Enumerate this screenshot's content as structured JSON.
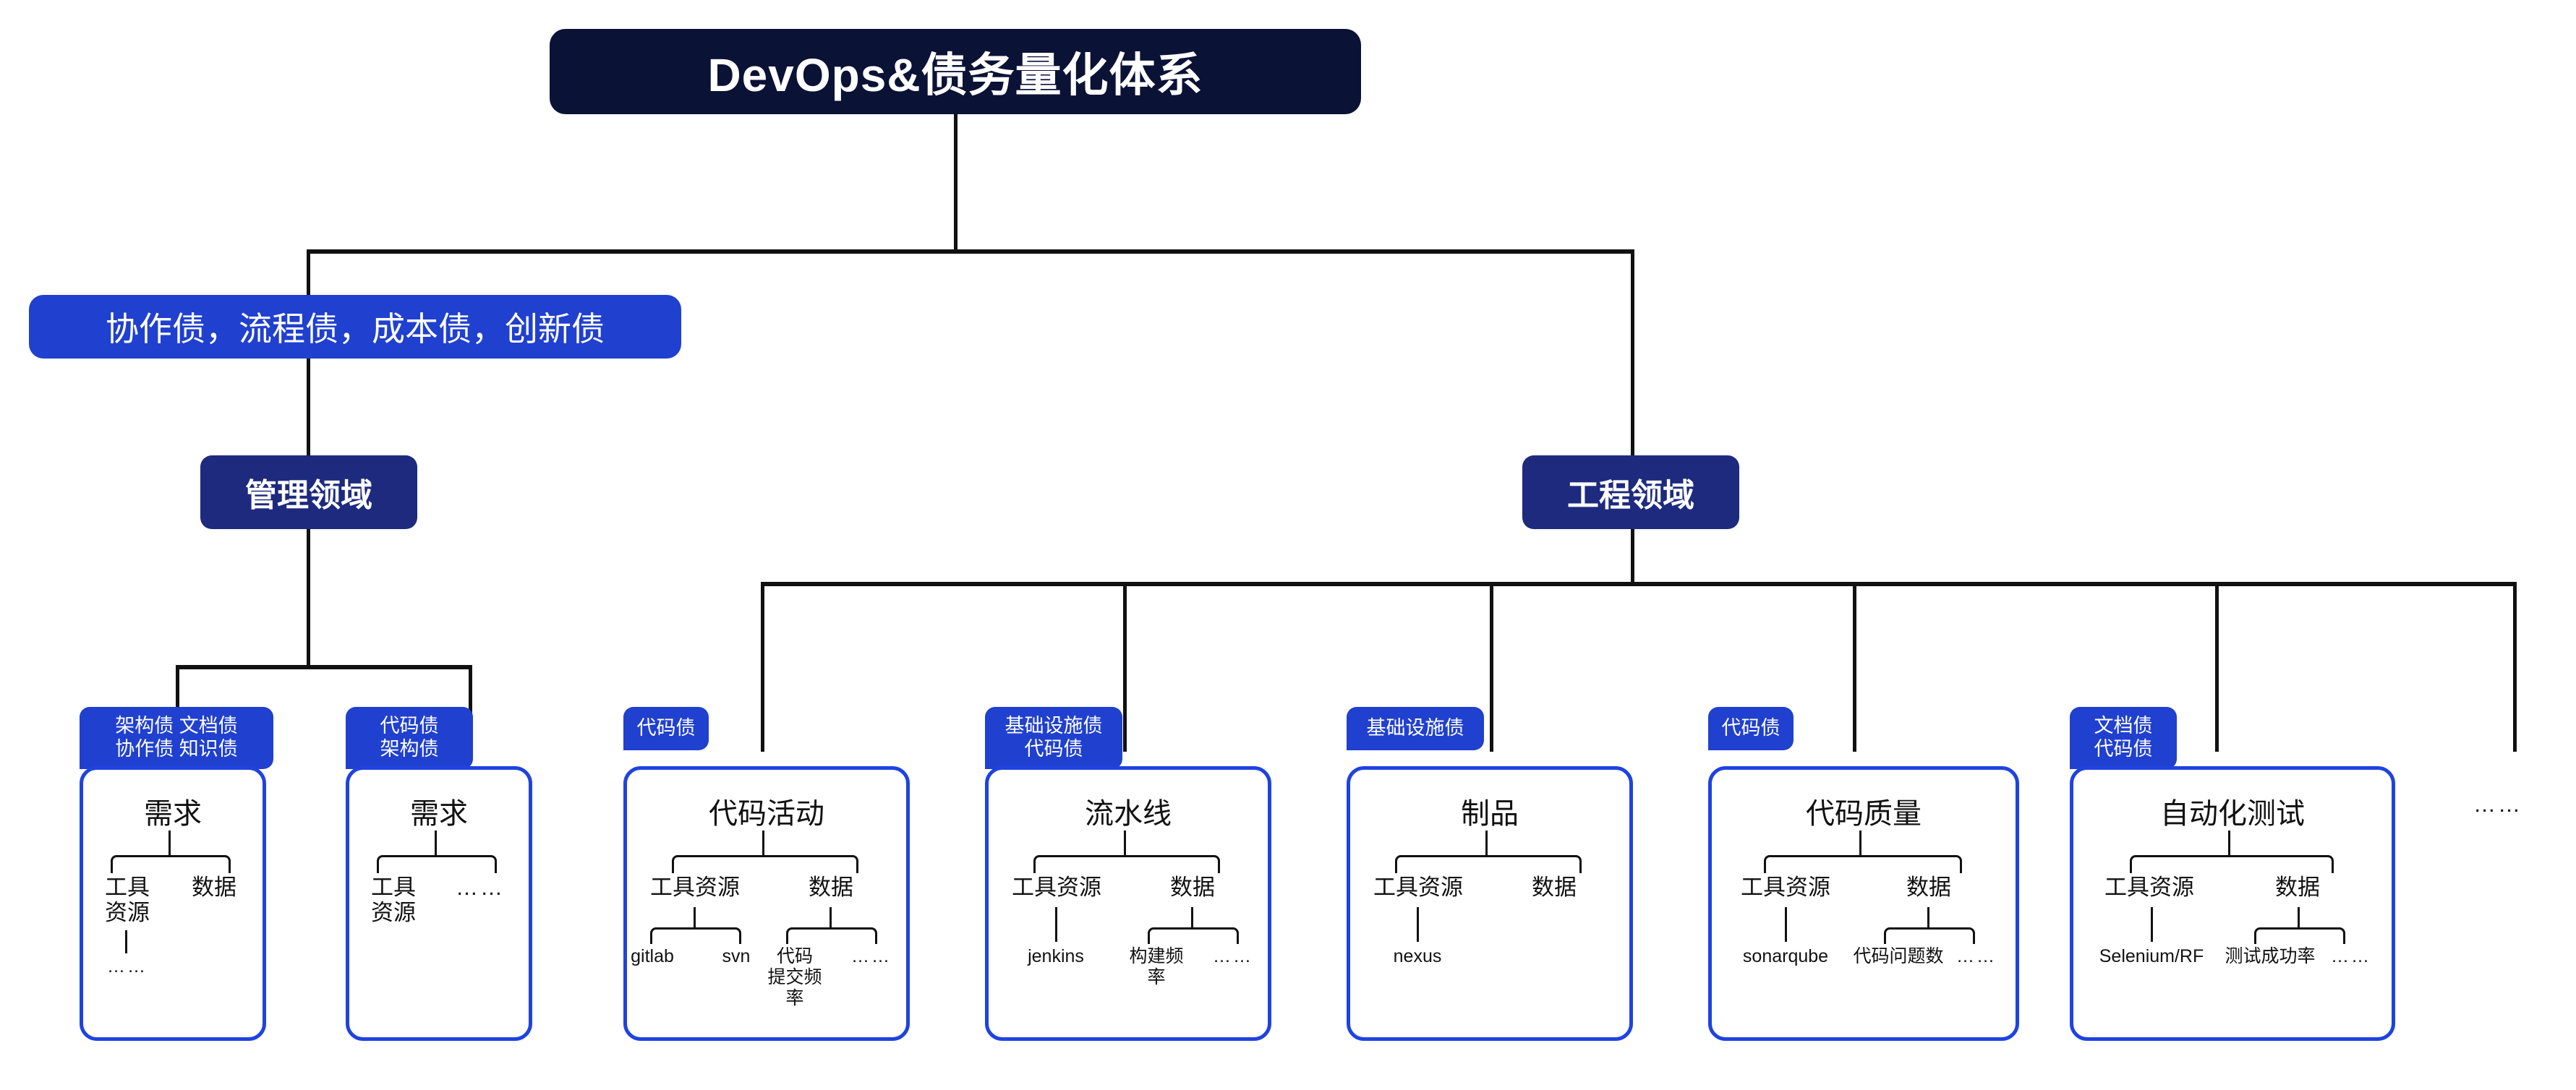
{
  "title": {
    "text": "DevOps&债务量化体系"
  },
  "debt_label": {
    "text": "协作债，流程债，成本债，创新债"
  },
  "domains": [
    {
      "name": "management",
      "label": "管理领域"
    },
    {
      "name": "engineering",
      "label": "工程领域"
    }
  ],
  "overflow_marker": "……",
  "colors": {
    "title_bg": "#0a1236",
    "domain_bg": "#1d2a7e",
    "tag_bg": "#2040cf",
    "card_border": "#1f43e0",
    "line": "#111111",
    "canvas_bg": "#ffffff"
  },
  "cards": [
    {
      "id": "requirement-mgmt",
      "tag": "架构债 文档债\n协作债 知识债",
      "title": "需求",
      "branches": [
        {
          "label": "工具\n资源",
          "children": [
            "……"
          ]
        },
        {
          "label": "数据",
          "children": []
        }
      ]
    },
    {
      "id": "requirement-code",
      "tag": "代码债\n架构债",
      "title": "需求",
      "branches": [
        {
          "label": "工具\n资源",
          "children": []
        },
        {
          "label": "……",
          "children": []
        }
      ]
    },
    {
      "id": "code-activity",
      "tag": "代码债",
      "title": "代码活动",
      "branches": [
        {
          "label": "工具资源",
          "children": [
            "gitlab",
            "svn"
          ]
        },
        {
          "label": "数据",
          "children": [
            "代码\n提交频率",
            "……"
          ]
        }
      ]
    },
    {
      "id": "pipeline",
      "tag": "基础设施债\n代码债",
      "title": "流水线",
      "branches": [
        {
          "label": "工具资源",
          "children": [
            "jenkins"
          ]
        },
        {
          "label": "数据",
          "children": [
            "构建频率",
            "……"
          ]
        }
      ]
    },
    {
      "id": "artifact",
      "tag": "基础设施债",
      "title": "制品",
      "branches": [
        {
          "label": "工具资源",
          "children": [
            "nexus"
          ]
        },
        {
          "label": "数据",
          "children": []
        }
      ]
    },
    {
      "id": "code-quality",
      "tag": "代码债",
      "title": "代码质量",
      "branches": [
        {
          "label": "工具资源",
          "children": [
            "sonarqube"
          ]
        },
        {
          "label": "数据",
          "children": [
            "代码问题数",
            "……"
          ]
        }
      ]
    },
    {
      "id": "automation-test",
      "tag": "文档债\n代码债",
      "title": "自动化测试",
      "branches": [
        {
          "label": "工具资源",
          "children": [
            "Selenium/RF"
          ]
        },
        {
          "label": "数据",
          "children": [
            "测试成功率",
            "……"
          ]
        }
      ]
    }
  ]
}
